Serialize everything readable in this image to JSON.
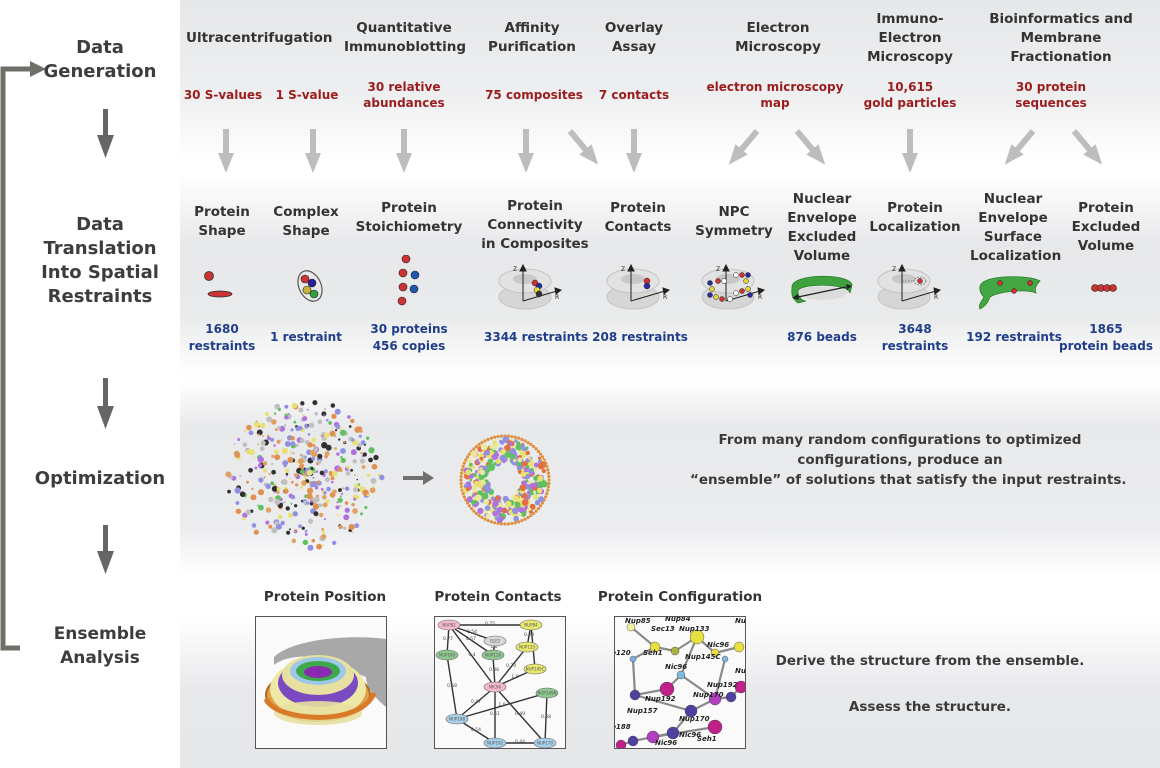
{
  "stages": [
    {
      "id": "data-generation",
      "label_lines": [
        "Data",
        "Generation"
      ]
    },
    {
      "id": "data-translation",
      "label_lines": [
        "Data",
        "Translation",
        "Into Spatial",
        "Restraints"
      ]
    },
    {
      "id": "optimization",
      "label_lines": [
        "Optimization"
      ]
    },
    {
      "id": "ensemble-analysis",
      "label_lines": [
        "Ensemble",
        "Analysis"
      ]
    }
  ],
  "data_sources": [
    {
      "name_lines": [
        "Ultracentrifugation"
      ],
      "values": [
        [
          "30 S-values"
        ],
        [
          "1 S-value"
        ]
      ]
    },
    {
      "name_lines": [
        "Quantitative",
        "Immunoblotting"
      ],
      "values": [
        [
          "30 relative",
          "abundances"
        ]
      ]
    },
    {
      "name_lines": [
        "Affinity",
        "Purification"
      ],
      "values": [
        [
          "75 composites"
        ]
      ]
    },
    {
      "name_lines": [
        "Overlay",
        "Assay"
      ],
      "values": [
        [
          "7 contacts"
        ]
      ]
    },
    {
      "name_lines": [
        "Electron",
        "Microscopy"
      ],
      "values": [
        [
          "electron microscopy",
          "map"
        ]
      ]
    },
    {
      "name_lines": [
        "Immuno-",
        "Electron",
        "Microscopy"
      ],
      "values": [
        [
          "10,615",
          "gold particles"
        ]
      ]
    },
    {
      "name_lines": [
        "Bioinformatics and",
        "Membrane",
        "Fractionation"
      ],
      "values": [
        [
          "30 protein",
          "sequences"
        ]
      ]
    }
  ],
  "restraints": [
    {
      "name_lines": [
        "Protein",
        "Shape"
      ],
      "count_lines": [
        "1680",
        "restraints"
      ],
      "icon": "protein-shape-icon"
    },
    {
      "name_lines": [
        "Complex",
        "Shape"
      ],
      "count_lines": [
        "1 restraint"
      ],
      "icon": "complex-shape-icon"
    },
    {
      "name_lines": [
        "Protein",
        "Stoichiometry"
      ],
      "count_lines": [
        "30 proteins",
        "456 copies"
      ],
      "icon": "stoichiometry-icon"
    },
    {
      "name_lines": [
        "Protein",
        "Connectivity",
        "in Composites"
      ],
      "count_lines": [
        "3344 restraints"
      ],
      "icon": "connectivity-icon"
    },
    {
      "name_lines": [
        "Protein",
        "Contacts"
      ],
      "count_lines": [
        "208 restraints"
      ],
      "icon": "contacts-icon"
    },
    {
      "name_lines": [
        "NPC",
        "Symmetry"
      ],
      "count_lines": [],
      "icon": "symmetry-icon"
    },
    {
      "name_lines": [
        "Nuclear",
        "Envelope",
        "Excluded",
        "Volume"
      ],
      "count_lines": [
        "876 beads"
      ],
      "icon": "envelope-excluded-icon"
    },
    {
      "name_lines": [
        "Protein",
        "Localization"
      ],
      "count_lines": [
        "3648",
        "restraints"
      ],
      "icon": "localization-icon"
    },
    {
      "name_lines": [
        "Nuclear",
        "Envelope",
        "Surface",
        "Localization"
      ],
      "count_lines": [
        "192 restraints"
      ],
      "icon": "envelope-surface-icon"
    },
    {
      "name_lines": [
        "Protein",
        "Excluded",
        "Volume"
      ],
      "count_lines": [
        "1865",
        "protein beads"
      ],
      "icon": "excluded-volume-icon"
    }
  ],
  "axis_labels": {
    "z": "Z",
    "r": "R"
  },
  "optimization": {
    "description_lines": [
      "From many random configurations to optimized",
      "configurations,  produce an",
      "“ensemble” of solutions that satisfy the input restraints."
    ]
  },
  "analysis": {
    "panels": [
      {
        "title": "Protein Position"
      },
      {
        "title": "Protein Contacts"
      },
      {
        "title": "Protein Configuration"
      }
    ],
    "contacts_nodes": [
      "NUP82",
      "GLE2",
      "NUP84",
      "NUP100",
      "NUP116",
      "NUP133",
      "NUP145C",
      "NIC96",
      "NUP145N",
      "NUP188",
      "NUP192",
      "NUP170"
    ],
    "contacts_edge_labels": [
      "0.75",
      "0.54",
      "0.77",
      "0.57",
      "0.4",
      "0.80",
      "1.0",
      "0.73",
      "1.0",
      "0.48",
      "0.58",
      "0.47",
      "0.51",
      "0.49",
      "1.0",
      "0.68",
      "0.44",
      "0.54",
      "1.0",
      "0.46",
      "0.75",
      "0.41",
      "0.55",
      "0.73",
      "1.0",
      "0.4",
      "0.5",
      "0.98"
    ],
    "configuration_labels": [
      "Nup85",
      "Nup84",
      "Sec13",
      "Nup133",
      "Nu",
      "Nic96",
      "p120",
      "Seh1",
      "Nup145C",
      "Nic96",
      "Nup",
      "Nup192",
      "Nup170",
      "Nup192",
      "Nup157",
      "Nup170",
      "p188",
      "Nic96",
      "Seh1",
      "Nic96"
    ],
    "description_lines": [
      "Derive the structure from the ensemble.",
      "Assess the structure."
    ]
  }
}
